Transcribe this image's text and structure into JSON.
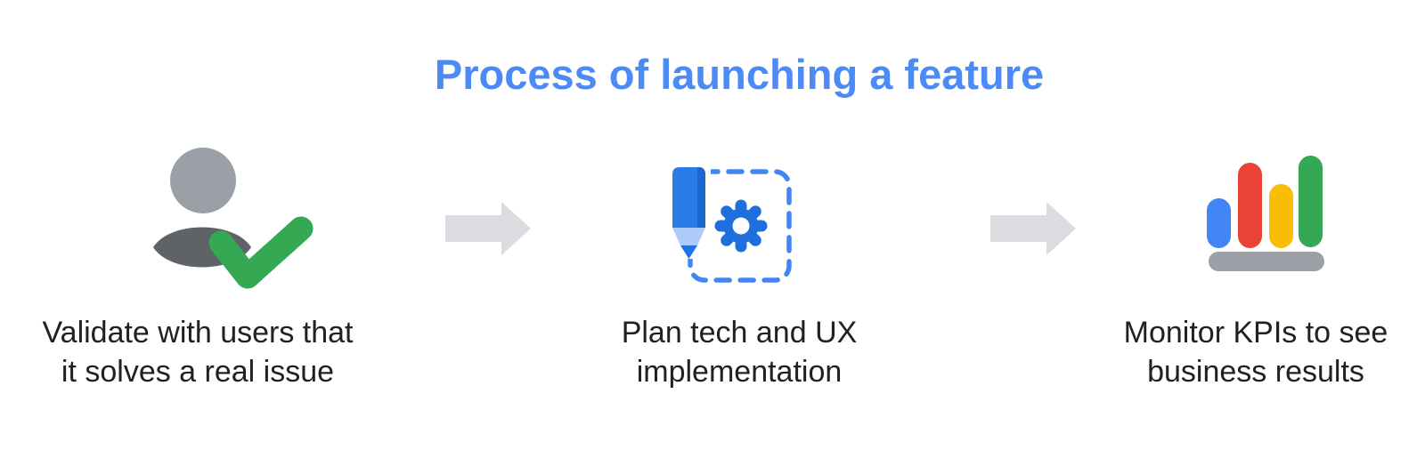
{
  "title": {
    "text": "Process of launching a feature"
  },
  "steps": [
    {
      "name": "validate",
      "icon": "user-check-icon",
      "caption_lines": [
        "Validate with users that",
        "it solves a real issue"
      ]
    },
    {
      "name": "plan",
      "icon": "pencil-gear-icon",
      "caption_lines": [
        "Plan tech and UX",
        "implementation"
      ]
    },
    {
      "name": "monitor",
      "icon": "bar-chart-icon",
      "caption_lines": [
        "Monitor KPIs to see",
        "business results"
      ]
    }
  ],
  "colors": {
    "title_blue": "#4C8BF5",
    "caption_text": "#202124",
    "arrow_gray": "#DADCE0",
    "person_head_gray": "#9AA0A6",
    "person_body_gray": "#5F6368",
    "check_green": "#34A853",
    "pencil_blue": "#2A7BE8",
    "pencil_shade_blue": "#1B66CF",
    "pencil_collar_blue": "#AECBFA",
    "pencil_tip_blue": "#1A73E8",
    "gear_blue": "#1E6FDD",
    "dash_border_blue": "#4285F4",
    "bar_blue": "#4285F4",
    "bar_red": "#EA4335",
    "bar_yellow": "#FBBC05",
    "bar_green": "#34A853",
    "bar_base_gray": "#9AA0A6",
    "background": "#FFFFFF"
  }
}
